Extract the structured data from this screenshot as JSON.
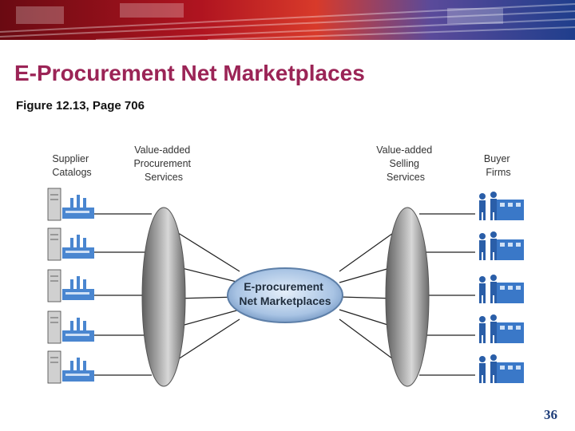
{
  "slide": {
    "title": "E-Procurement Net Marketplaces",
    "subtitle": "Figure 12.13, Page 706",
    "page_number": "36"
  },
  "diagram": {
    "column_labels": {
      "supplier_catalogs": [
        "Supplier",
        "Catalogs"
      ],
      "procurement_services": [
        "Value-added",
        "Procurement",
        "Services"
      ],
      "selling_services": [
        "Value-added",
        "Selling",
        "Services"
      ],
      "buyer_firms": [
        "Buyer",
        "Firms"
      ]
    },
    "center_node": [
      "E-procurement",
      "Net Marketplaces"
    ],
    "supplier_count": 5,
    "buyer_count": 5,
    "colors": {
      "title": "#9b2456",
      "banner_red": "#b01420",
      "banner_blue": "#1f3e8c",
      "lens": "#8a8a8a",
      "hub": "#a9c4e4",
      "icon_blue": "#3a78c8"
    }
  }
}
